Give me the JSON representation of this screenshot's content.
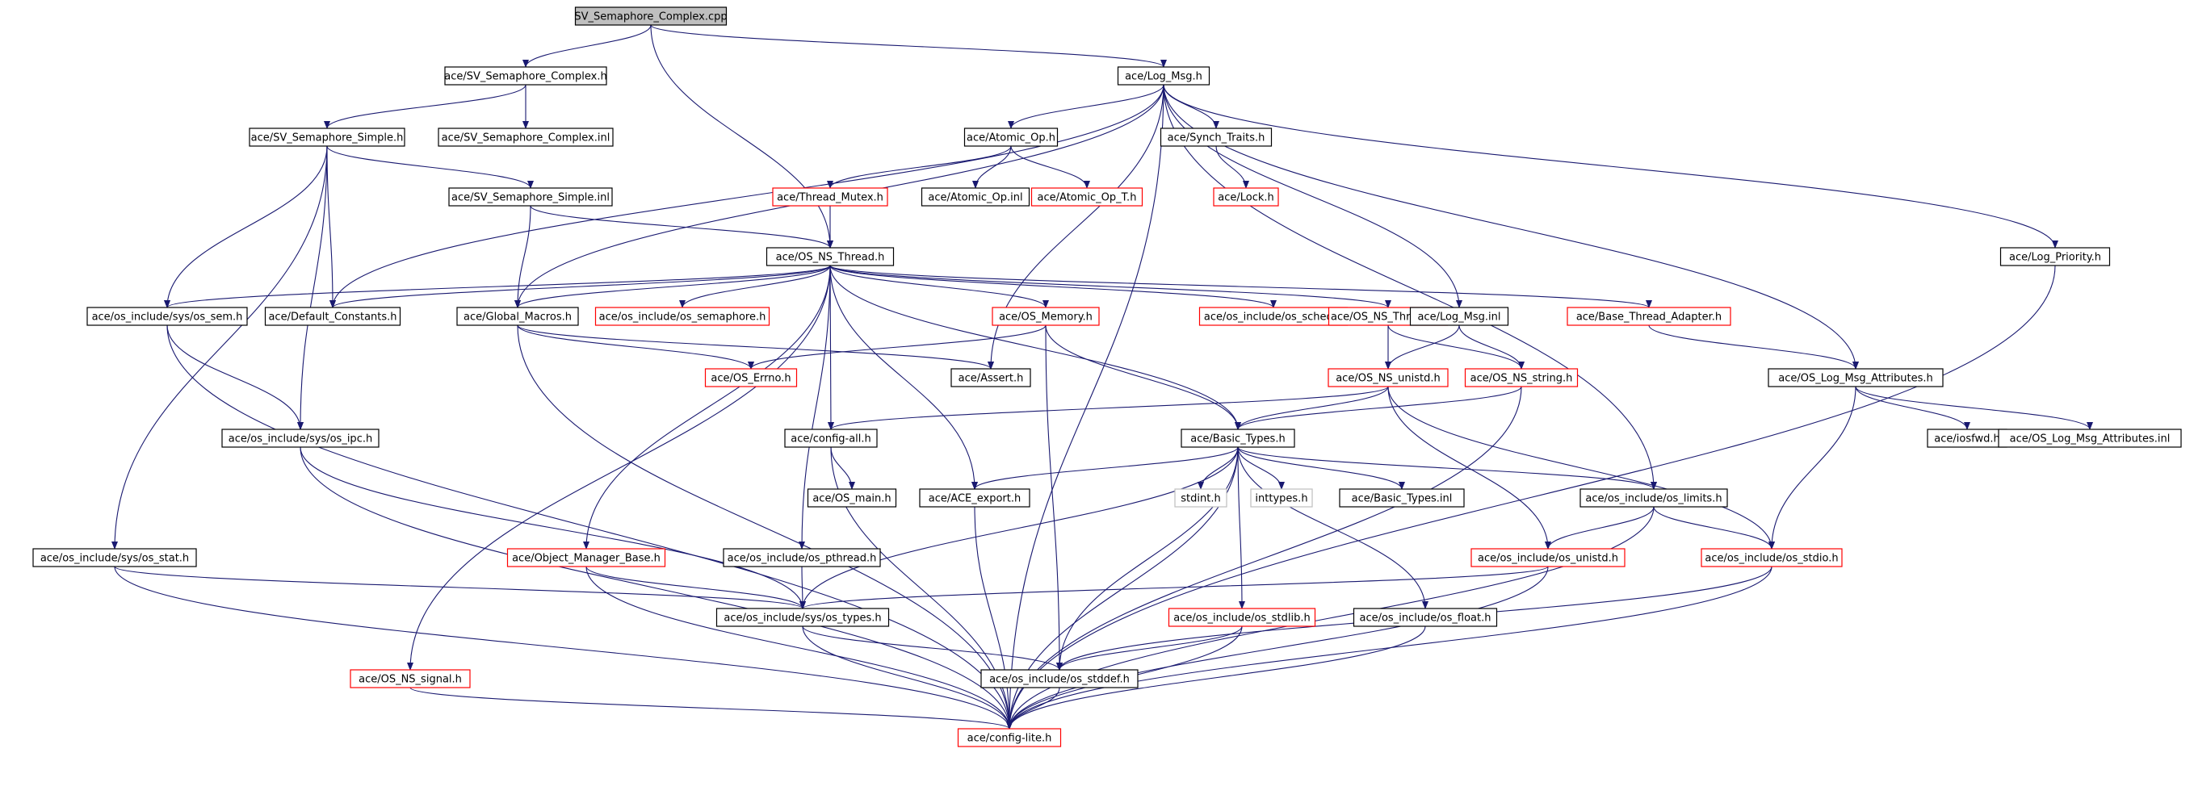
{
  "colors": {
    "edge": "#191970",
    "root_fill": "#bfbfbf",
    "normal_border": "#000000",
    "missing_border": "#ff0000",
    "system_border": "#bfbfbf",
    "text": "#000000"
  },
  "nodes": [
    {
      "id": "n_root",
      "label": "SV_Semaphore_Complex.cpp",
      "kind": "root"
    },
    {
      "id": "n_svc_h",
      "label": "ace/SV_Semaphore_Complex.h",
      "kind": "normal"
    },
    {
      "id": "n_log_msg_h",
      "label": "ace/Log_Msg.h",
      "kind": "normal"
    },
    {
      "id": "n_svs_h",
      "label": "ace/SV_Semaphore_Simple.h",
      "kind": "normal"
    },
    {
      "id": "n_svc_inl",
      "label": "ace/SV_Semaphore_Complex.inl",
      "kind": "normal"
    },
    {
      "id": "n_atomic_op_h",
      "label": "ace/Atomic_Op.h",
      "kind": "normal"
    },
    {
      "id": "n_synch_traits",
      "label": "ace/Synch_Traits.h",
      "kind": "normal"
    },
    {
      "id": "n_svs_inl",
      "label": "ace/SV_Semaphore_Simple.inl",
      "kind": "normal"
    },
    {
      "id": "n_thread_mutex",
      "label": "ace/Thread_Mutex.h",
      "kind": "missing"
    },
    {
      "id": "n_atomic_op_inl",
      "label": "ace/Atomic_Op.inl",
      "kind": "normal"
    },
    {
      "id": "n_atomic_op_t",
      "label": "ace/Atomic_Op_T.h",
      "kind": "missing"
    },
    {
      "id": "n_lock_h",
      "label": "ace/Lock.h",
      "kind": "missing"
    },
    {
      "id": "n_log_priority",
      "label": "ace/Log_Priority.h",
      "kind": "normal"
    },
    {
      "id": "n_os_ns_thread_h",
      "label": "ace/OS_NS_Thread.h",
      "kind": "normal"
    },
    {
      "id": "n_os_sem",
      "label": "ace/os_include/sys/os_sem.h",
      "kind": "normal"
    },
    {
      "id": "n_default_const",
      "label": "ace/Default_Constants.h",
      "kind": "normal"
    },
    {
      "id": "n_global_macros",
      "label": "ace/Global_Macros.h",
      "kind": "normal"
    },
    {
      "id": "n_os_semaphore",
      "label": "ace/os_include/os_semaphore.h",
      "kind": "missing"
    },
    {
      "id": "n_os_memory",
      "label": "ace/OS_Memory.h",
      "kind": "missing"
    },
    {
      "id": "n_os_sched",
      "label": "ace/os_include/os_sched.h",
      "kind": "missing"
    },
    {
      "id": "n_os_ns_thread_inl",
      "label": "ace/OS_NS_Thread.inl",
      "kind": "missing"
    },
    {
      "id": "n_log_msg_inl",
      "label": "ace/Log_Msg.inl",
      "kind": "normal"
    },
    {
      "id": "n_base_thread_adapter",
      "label": "ace/Base_Thread_Adapter.h",
      "kind": "missing"
    },
    {
      "id": "n_os_errno",
      "label": "ace/OS_Errno.h",
      "kind": "missing"
    },
    {
      "id": "n_assert",
      "label": "ace/Assert.h",
      "kind": "normal"
    },
    {
      "id": "n_os_ns_unistd",
      "label": "ace/OS_NS_unistd.h",
      "kind": "missing"
    },
    {
      "id": "n_os_ns_string",
      "label": "ace/OS_NS_string.h",
      "kind": "missing"
    },
    {
      "id": "n_os_log_msg_attr",
      "label": "ace/OS_Log_Msg_Attributes.h",
      "kind": "normal"
    },
    {
      "id": "n_os_ipc",
      "label": "ace/os_include/sys/os_ipc.h",
      "kind": "normal"
    },
    {
      "id": "n_config_all",
      "label": "ace/config-all.h",
      "kind": "normal"
    },
    {
      "id": "n_basic_types",
      "label": "ace/Basic_Types.h",
      "kind": "normal"
    },
    {
      "id": "n_iosfwd",
      "label": "ace/iosfwd.h",
      "kind": "normal"
    },
    {
      "id": "n_os_log_msg_attr_inl",
      "label": "ace/OS_Log_Msg_Attributes.inl",
      "kind": "normal"
    },
    {
      "id": "n_os_main",
      "label": "ace/OS_main.h",
      "kind": "normal"
    },
    {
      "id": "n_ace_export",
      "label": "ace/ACE_export.h",
      "kind": "normal"
    },
    {
      "id": "n_stdint",
      "label": "stdint.h",
      "kind": "system"
    },
    {
      "id": "n_inttypes",
      "label": "inttypes.h",
      "kind": "system"
    },
    {
      "id": "n_basic_types_inl",
      "label": "ace/Basic_Types.inl",
      "kind": "normal"
    },
    {
      "id": "n_os_limits",
      "label": "ace/os_include/os_limits.h",
      "kind": "normal"
    },
    {
      "id": "n_os_stat",
      "label": "ace/os_include/sys/os_stat.h",
      "kind": "normal"
    },
    {
      "id": "n_object_manager_base",
      "label": "ace/Object_Manager_Base.h",
      "kind": "missing"
    },
    {
      "id": "n_os_pthread",
      "label": "ace/os_include/os_pthread.h",
      "kind": "normal"
    },
    {
      "id": "n_os_unistd",
      "label": "ace/os_include/os_unistd.h",
      "kind": "missing"
    },
    {
      "id": "n_os_stdio",
      "label": "ace/os_include/os_stdio.h",
      "kind": "missing"
    },
    {
      "id": "n_os_types",
      "label": "ace/os_include/sys/os_types.h",
      "kind": "normal"
    },
    {
      "id": "n_os_stdlib",
      "label": "ace/os_include/os_stdlib.h",
      "kind": "missing"
    },
    {
      "id": "n_os_float",
      "label": "ace/os_include/os_float.h",
      "kind": "normal"
    },
    {
      "id": "n_os_ns_signal",
      "label": "ace/OS_NS_signal.h",
      "kind": "missing"
    },
    {
      "id": "n_os_stddef",
      "label": "ace/os_include/os_stddef.h",
      "kind": "normal"
    },
    {
      "id": "n_config_lite",
      "label": "ace/config-lite.h",
      "kind": "missing"
    }
  ],
  "edges": [
    [
      "n_root",
      "n_svc_h"
    ],
    [
      "n_root",
      "n_log_msg_h"
    ],
    [
      "n_root",
      "n_os_ns_thread_h"
    ],
    [
      "n_svc_h",
      "n_svs_h"
    ],
    [
      "n_svc_h",
      "n_svc_inl"
    ],
    [
      "n_svs_h",
      "n_svs_inl"
    ],
    [
      "n_svs_h",
      "n_os_sem"
    ],
    [
      "n_svs_h",
      "n_default_const"
    ],
    [
      "n_svs_h",
      "n_os_ipc"
    ],
    [
      "n_svs_h",
      "n_os_stat"
    ],
    [
      "n_svs_inl",
      "n_global_macros"
    ],
    [
      "n_svs_inl",
      "n_os_ns_thread_h"
    ],
    [
      "n_log_msg_h",
      "n_atomic_op_h"
    ],
    [
      "n_log_msg_h",
      "n_synch_traits"
    ],
    [
      "n_log_msg_h",
      "n_log_priority"
    ],
    [
      "n_log_msg_h",
      "n_os_log_msg_attr"
    ],
    [
      "n_log_msg_h",
      "n_log_msg_inl"
    ],
    [
      "n_log_msg_h",
      "n_default_const"
    ],
    [
      "n_log_msg_h",
      "n_global_macros"
    ],
    [
      "n_log_msg_h",
      "n_assert"
    ],
    [
      "n_log_msg_h",
      "n_os_limits"
    ],
    [
      "n_log_msg_h",
      "n_config_lite"
    ],
    [
      "n_atomic_op_h",
      "n_thread_mutex"
    ],
    [
      "n_atomic_op_h",
      "n_atomic_op_inl"
    ],
    [
      "n_atomic_op_h",
      "n_atomic_op_t"
    ],
    [
      "n_synch_traits",
      "n_lock_h"
    ],
    [
      "n_thread_mutex",
      "n_os_ns_thread_h"
    ],
    [
      "n_os_ns_thread_h",
      "n_os_sem"
    ],
    [
      "n_os_ns_thread_h",
      "n_default_const"
    ],
    [
      "n_os_ns_thread_h",
      "n_global_macros"
    ],
    [
      "n_os_ns_thread_h",
      "n_os_semaphore"
    ],
    [
      "n_os_ns_thread_h",
      "n_os_memory"
    ],
    [
      "n_os_ns_thread_h",
      "n_os_sched"
    ],
    [
      "n_os_ns_thread_h",
      "n_os_ns_thread_inl"
    ],
    [
      "n_os_ns_thread_h",
      "n_base_thread_adapter"
    ],
    [
      "n_os_ns_thread_h",
      "n_config_all"
    ],
    [
      "n_os_ns_thread_h",
      "n_ace_export"
    ],
    [
      "n_os_ns_thread_h",
      "n_basic_types"
    ],
    [
      "n_os_ns_thread_h",
      "n_os_pthread"
    ],
    [
      "n_os_ns_thread_h",
      "n_object_manager_base"
    ],
    [
      "n_os_ns_thread_h",
      "n_os_ns_signal"
    ],
    [
      "n_os_sem",
      "n_os_ipc"
    ],
    [
      "n_os_sem",
      "n_config_lite"
    ],
    [
      "n_global_macros",
      "n_os_errno"
    ],
    [
      "n_global_macros",
      "n_assert"
    ],
    [
      "n_global_macros",
      "n_config_lite"
    ],
    [
      "n_os_memory",
      "n_os_errno"
    ],
    [
      "n_os_memory",
      "n_basic_types"
    ],
    [
      "n_os_memory",
      "n_os_stddef"
    ],
    [
      "n_os_ns_thread_inl",
      "n_os_ns_unistd"
    ],
    [
      "n_os_ns_thread_inl",
      "n_os_ns_string"
    ],
    [
      "n_log_msg_inl",
      "n_os_ns_unistd"
    ],
    [
      "n_log_msg_inl",
      "n_os_ns_string"
    ],
    [
      "n_base_thread_adapter",
      "n_os_log_msg_attr"
    ],
    [
      "n_os_ns_unistd",
      "n_basic_types"
    ],
    [
      "n_os_ns_unistd",
      "n_config_all"
    ],
    [
      "n_os_ns_unistd",
      "n_os_unistd"
    ],
    [
      "n_os_ns_unistd",
      "n_os_stdio"
    ],
    [
      "n_os_ns_string",
      "n_basic_types"
    ],
    [
      "n_os_ns_string",
      "n_config_lite"
    ],
    [
      "n_os_log_msg_attr",
      "n_iosfwd"
    ],
    [
      "n_os_log_msg_attr",
      "n_os_log_msg_attr_inl"
    ],
    [
      "n_os_log_msg_attr",
      "n_os_stdio"
    ],
    [
      "n_log_priority",
      "n_config_lite"
    ],
    [
      "n_os_ipc",
      "n_os_types"
    ],
    [
      "n_os_ipc",
      "n_config_lite"
    ],
    [
      "n_config_all",
      "n_os_main"
    ],
    [
      "n_config_all",
      "n_config_lite"
    ],
    [
      "n_basic_types",
      "n_ace_export"
    ],
    [
      "n_basic_types",
      "n_stdint"
    ],
    [
      "n_basic_types",
      "n_inttypes"
    ],
    [
      "n_basic_types",
      "n_basic_types_inl"
    ],
    [
      "n_basic_types",
      "n_os_limits"
    ],
    [
      "n_basic_types",
      "n_os_types"
    ],
    [
      "n_basic_types",
      "n_os_stdlib"
    ],
    [
      "n_basic_types",
      "n_os_float"
    ],
    [
      "n_basic_types",
      "n_os_stddef"
    ],
    [
      "n_basic_types",
      "n_config_lite"
    ],
    [
      "n_ace_export",
      "n_config_lite"
    ],
    [
      "n_os_limits",
      "n_os_unistd"
    ],
    [
      "n_os_limits",
      "n_os_stdio"
    ],
    [
      "n_os_limits",
      "n_config_lite"
    ],
    [
      "n_os_stat",
      "n_os_types"
    ],
    [
      "n_os_stat",
      "n_config_lite"
    ],
    [
      "n_object_manager_base",
      "n_os_types"
    ],
    [
      "n_object_manager_base",
      "n_config_lite"
    ],
    [
      "n_os_pthread",
      "n_os_types"
    ],
    [
      "n_os_unistd",
      "n_os_types"
    ],
    [
      "n_os_unistd",
      "n_config_lite"
    ],
    [
      "n_os_stdio",
      "n_os_stddef"
    ],
    [
      "n_os_stdio",
      "n_config_lite"
    ],
    [
      "n_os_types",
      "n_os_stddef"
    ],
    [
      "n_os_types",
      "n_config_lite"
    ],
    [
      "n_os_stdlib",
      "n_os_stddef"
    ],
    [
      "n_os_stdlib",
      "n_config_lite"
    ],
    [
      "n_os_float",
      "n_config_lite"
    ],
    [
      "n_os_ns_signal",
      "n_config_lite"
    ],
    [
      "n_os_stddef",
      "n_config_lite"
    ]
  ]
}
